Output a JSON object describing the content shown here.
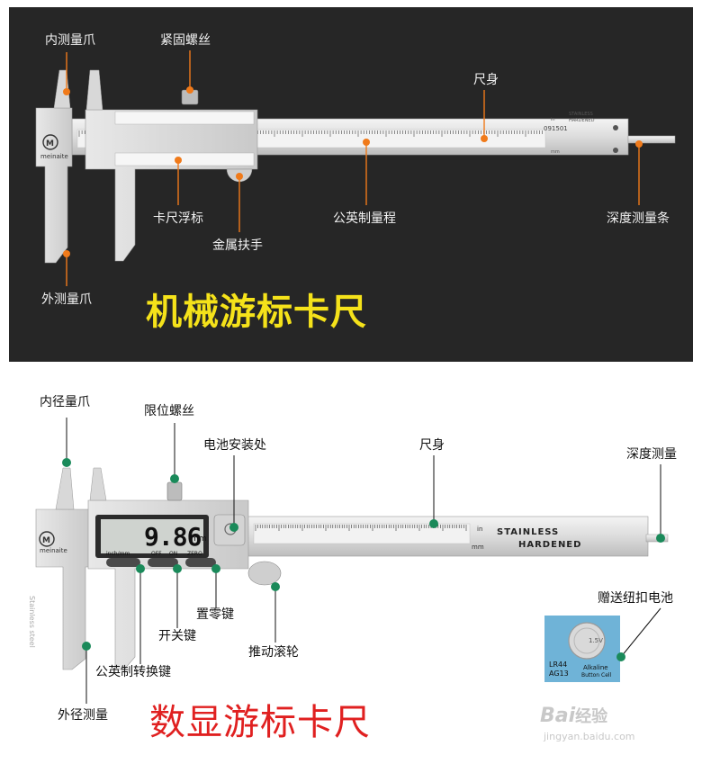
{
  "top": {
    "title": "机械游标卡尺",
    "labels": {
      "inner_jaw": "内测量爪",
      "lock_screw": "紧固螺丝",
      "main_scale": "尺身",
      "vernier": "卡尺浮标",
      "metal_grip": "金属扶手",
      "metric_inch_range": "公英制量程",
      "depth_bar": "深度测量条",
      "outer_jaw": "外测量爪"
    },
    "brand": "meinaite",
    "model": "091501",
    "stamp_line1": "STAINLESS",
    "stamp_line2": "HARDENED",
    "unit_in": "in",
    "unit_mm": "mm"
  },
  "bottom": {
    "title": "数显游标卡尺",
    "labels": {
      "inner_jaw": "内径量爪",
      "limit_screw": "限位螺丝",
      "battery": "电池安装处",
      "main_scale": "尺身",
      "depth": "深度测量",
      "gift_battery": "赠送纽扣电池",
      "zero_key": "置零键",
      "power_key": "开关键",
      "thumb_wheel": "推动滚轮",
      "unit_key": "公英制转换键",
      "outer_jaw": "外径测量"
    },
    "display_value": "9.86",
    "display_unit": "mm",
    "btn_unit": "inch/mm",
    "btn_off": "OFF",
    "btn_on": "ON",
    "btn_zero": "ZERO",
    "brand": "meinaite",
    "stamp_line1": "STAINLESS",
    "stamp_line2": "HARDENED",
    "jaw_text": "Stainless steel",
    "unit_in": "in",
    "unit_mm": "mm",
    "battery_card": {
      "line1": "LR44",
      "line2": "AG13",
      "line3": "Alkaline",
      "line4": "Button Cell",
      "voltage": "1.5V"
    }
  },
  "watermark": {
    "logo": "Bai",
    "logo_suffix": "经验",
    "url": "jingyan.baidu.com"
  },
  "colors": {
    "accent_orange": "#f07a1a",
    "title_yellow": "#f5e21a",
    "title_red": "#e02020",
    "marker_green": "#1a8a5a"
  }
}
